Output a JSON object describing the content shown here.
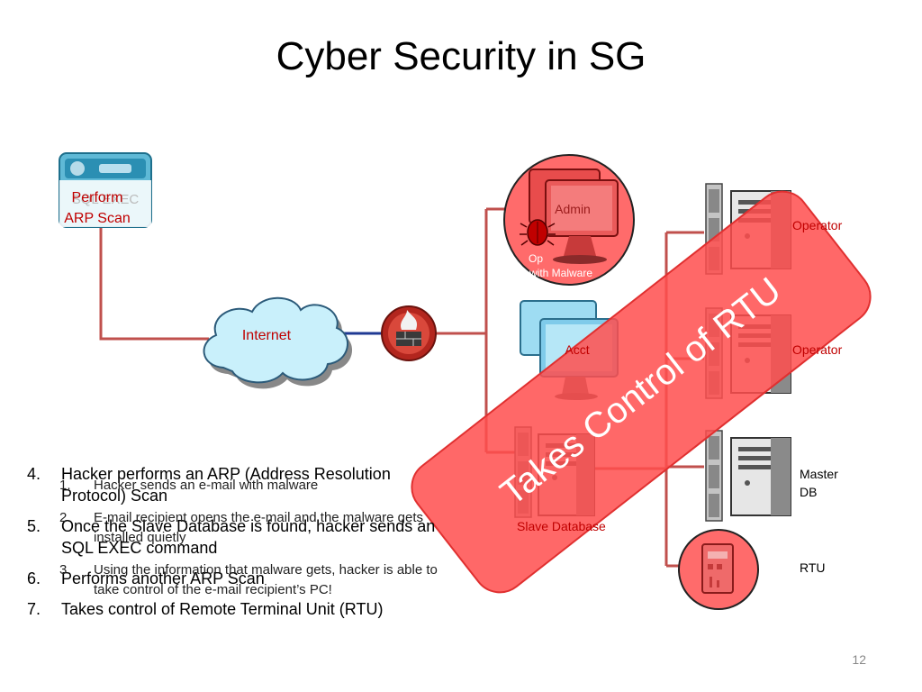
{
  "slide": {
    "title": "Cyber Security in SG",
    "page_number": "12"
  },
  "diagram": {
    "hacker_exec_text": "SQL EXEC",
    "perform_arp": "Perform\nARP Scan",
    "internet": "Internet",
    "admin": "Admin",
    "operator_with_malware_a": "Op",
    "operator_with_malware_b": "with Malware",
    "acct": "Acct",
    "slave_db": "Slave Database",
    "operator_1": "Operator",
    "operator_2": "Operator",
    "master_db": "Master\nDB",
    "rtu": "RTU",
    "banner": "Takes Control of RTU",
    "colors": {
      "red": "#c00000",
      "banner": "#ff5a5a",
      "link": "#c0504d",
      "blue_link": "#1f3a93"
    }
  },
  "list_main": [
    {
      "num": "4.",
      "text": "Hacker performs an ARP (Address Resolution Protocol) Scan"
    },
    {
      "num": "5.",
      "text": "Once the Slave Database is found, hacker sends an SQL EXEC command"
    },
    {
      "num": "6.",
      "text": "Performs another ARP Scan"
    },
    {
      "num": "7.",
      "text": "Takes control of Remote Terminal Unit (RTU)"
    }
  ],
  "list_under": [
    {
      "num": "1.",
      "text": "Hacker sends an e-mail with malware"
    },
    {
      "num": "2.",
      "text": "E-mail recipient opens the e-mail and the malware gets installed quietly"
    },
    {
      "num": "3.",
      "text": "Using the information that malware gets, hacker is able to take control of the e-mail recipient’s PC!"
    }
  ]
}
